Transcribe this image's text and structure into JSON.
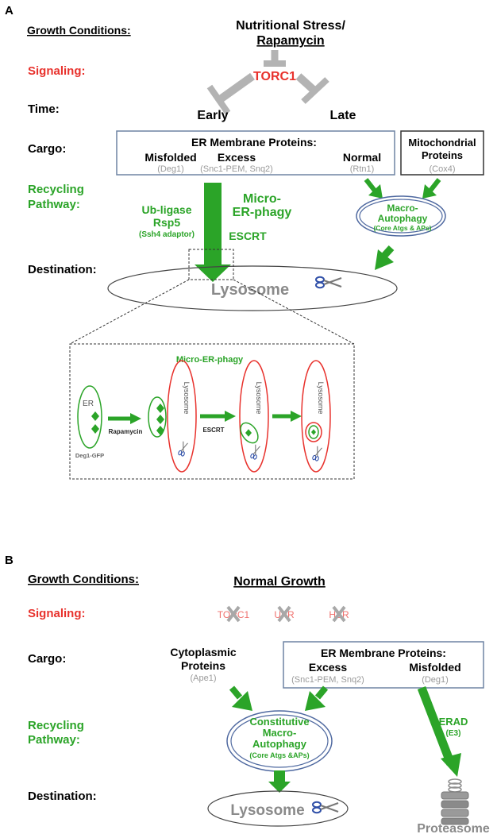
{
  "panel_a": {
    "label": "A",
    "rows": {
      "growth": "Growth Conditions:",
      "signaling": "Signaling:",
      "time": "Time:",
      "cargo": "Cargo:",
      "pathway_line1": "Recycling",
      "pathway_line2": "Pathway:",
      "destination": "Destination:"
    },
    "stress_line1": "Nutritional Stress/",
    "stress_line2": "Rapamycin",
    "torc1": "TORC1",
    "early": "Early",
    "late": "Late",
    "er_box_title": "ER Membrane Proteins:",
    "misfolded": "Misfolded",
    "misfolded_sub": "(Deg1)",
    "excess": "Excess",
    "excess_sub": "(Snc1-PEM, Snq2)",
    "normal": "Normal",
    "normal_sub": "(Rtn1)",
    "mito_line1": "Mitochondrial",
    "mito_line2": "Proteins",
    "mito_sub": "(Cox4)",
    "ub_line1": "Ub-ligase",
    "ub_line2": "Rsp5",
    "ub_sub": "(Ssh4 adaptor)",
    "micro_line1": "Micro-",
    "micro_line2": "ER-phagy",
    "escrt": "ESCRT",
    "macro_line1": "Macro-",
    "macro_line2": "Autophagy",
    "macro_sub": "(Core Atgs & APs)",
    "lysosome": "Lysosome",
    "inset": {
      "title": "Micro-ER-phagy",
      "er": "ER",
      "deg1": "Deg1-GFP",
      "rapamycin": "Rapamycin",
      "escrt": "ESCRT",
      "lysosome": "Lysosome"
    }
  },
  "panel_b": {
    "label": "B",
    "rows": {
      "growth": "Growth Conditions:",
      "signaling": "Signaling:",
      "cargo": "Cargo:",
      "pathway_line1": "Recycling",
      "pathway_line2": "Pathway:",
      "destination": "Destination:"
    },
    "normal_growth": "Normal Growth",
    "signals": [
      "TORC1",
      "UPR",
      "HSR"
    ],
    "cyto_line1": "Cytoplasmic",
    "cyto_line2": "Proteins",
    "cyto_sub": "(Ape1)",
    "er_box_title": "ER Membrane Proteins:",
    "excess": "Excess",
    "excess_sub": "(Snc1-PEM, Snq2)",
    "misfolded": "Misfolded",
    "misfolded_sub": "(Deg1)",
    "macro_line1": "Constitutive",
    "macro_line2": "Macro-",
    "macro_line3": "Autophagy",
    "macro_sub": "(Core Atgs &APs)",
    "erad": "ERAD",
    "erad_sub": "(E3)",
    "lysosome": "Lysosome",
    "proteasome": "Proteasome"
  },
  "colors": {
    "red": "#e8322d",
    "green": "#2ba428",
    "gray": "#9a9a9a",
    "box": "#6f84a3",
    "ring": "#4f69a0"
  }
}
